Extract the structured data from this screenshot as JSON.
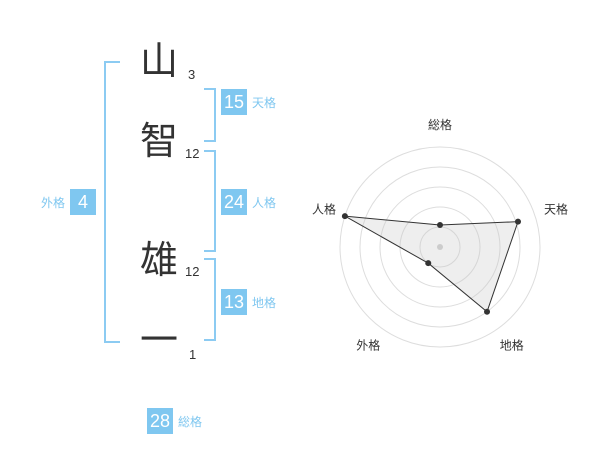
{
  "name_chars": [
    {
      "char": "山",
      "strokes": "3"
    },
    {
      "char": "智",
      "strokes": "12"
    },
    {
      "char": "雄",
      "strokes": "12"
    },
    {
      "char": "一",
      "strokes": "1"
    }
  ],
  "kaku": {
    "tenkaku": {
      "label": "天格",
      "value": "15"
    },
    "jinkaku": {
      "label": "人格",
      "value": "24"
    },
    "chikaku": {
      "label": "地格",
      "value": "13"
    },
    "gaikaku": {
      "label": "外格",
      "value": "4"
    },
    "soukaku": {
      "label": "総格",
      "value": "28"
    }
  },
  "colors": {
    "accent": "#7fc7f0",
    "bracket": "#8ccbf2",
    "text": "#333333"
  },
  "chart_data": {
    "type": "radar",
    "axes": [
      "総格",
      "天格",
      "地格",
      "外格",
      "人格"
    ],
    "values": [
      0.22,
      0.82,
      0.8,
      0.2,
      1.0
    ],
    "max": 1
  }
}
